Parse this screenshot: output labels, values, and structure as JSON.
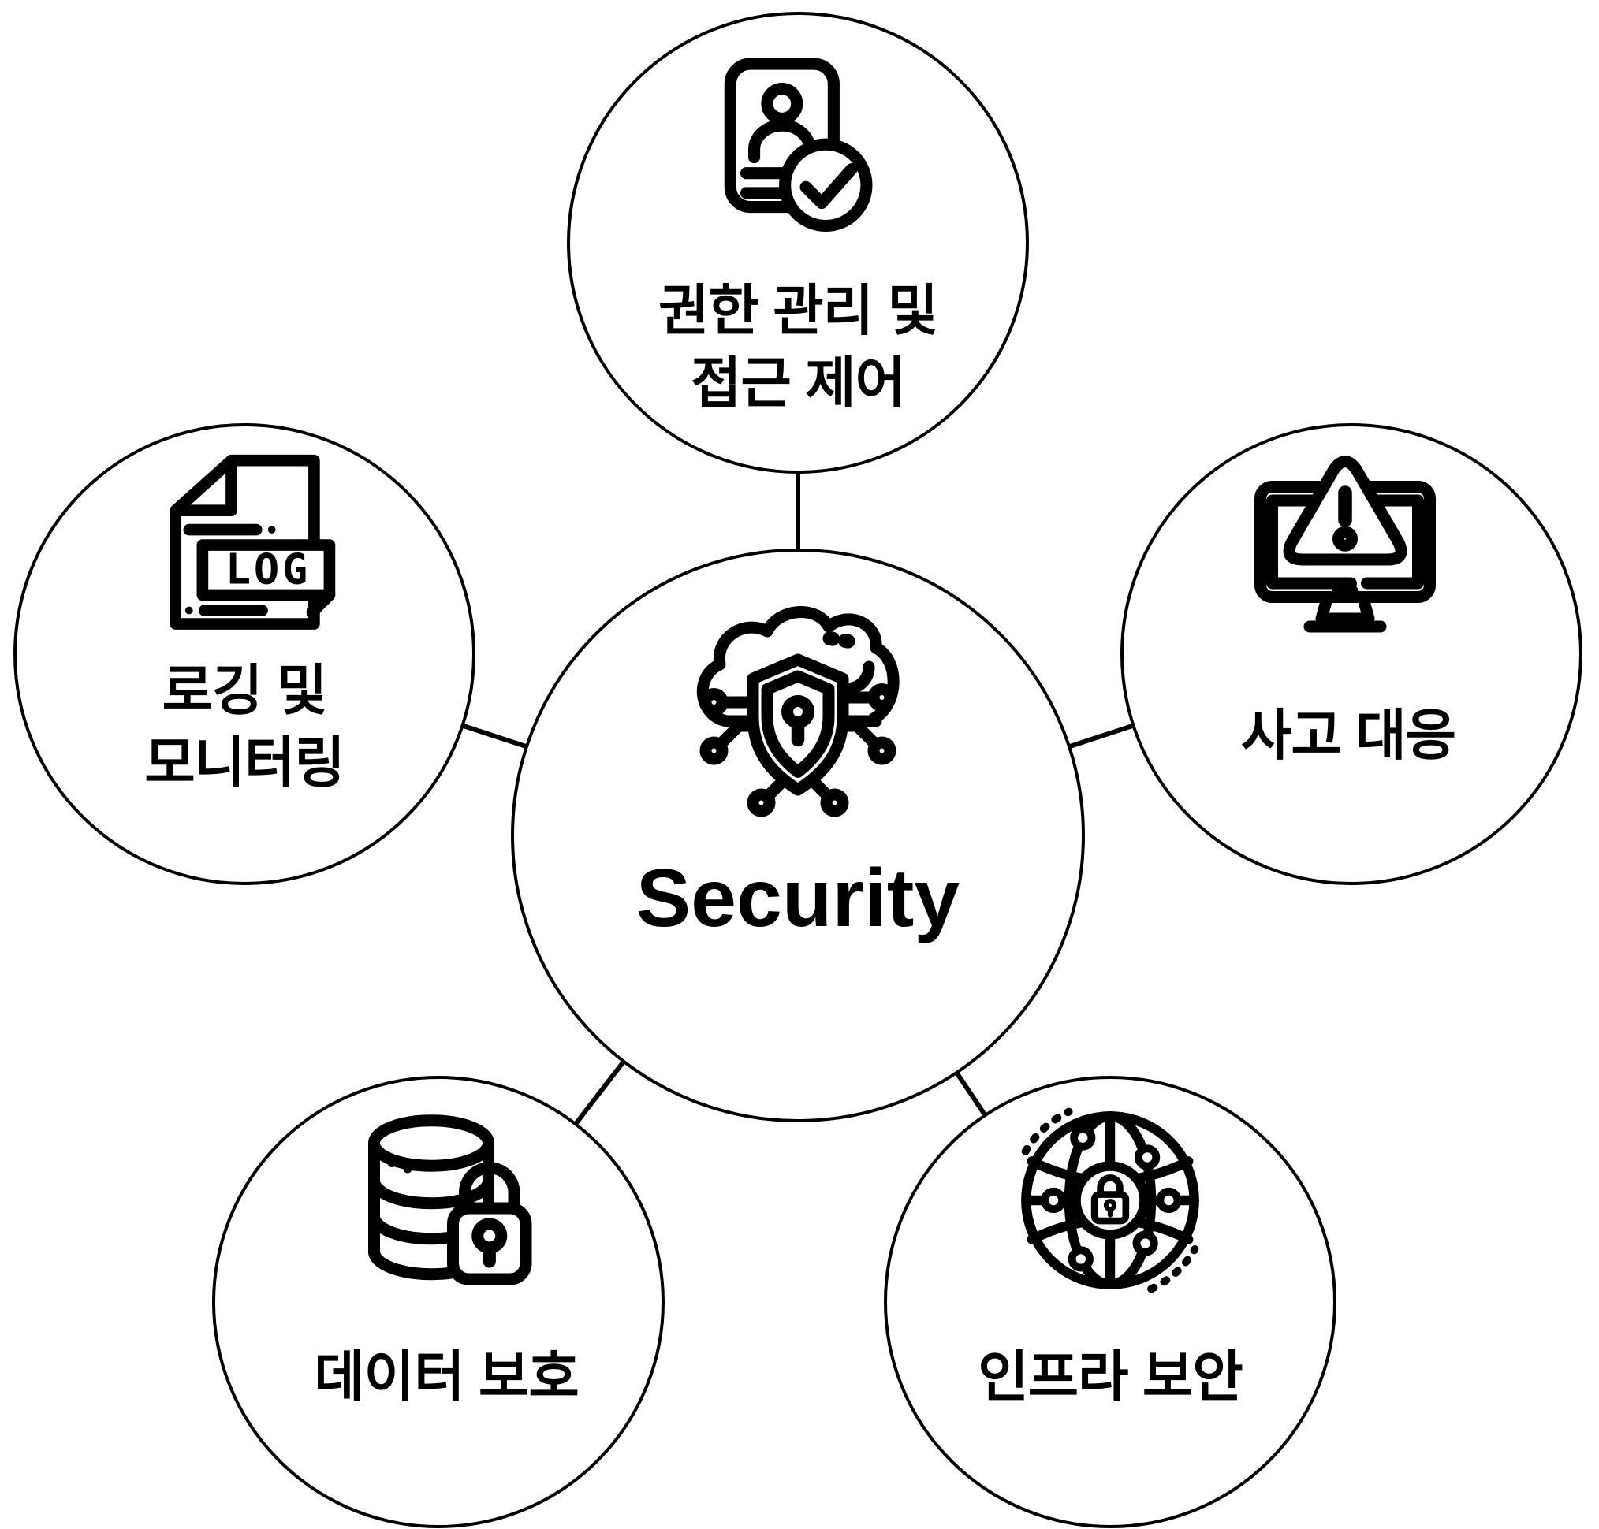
{
  "diagram": {
    "center_label": "Security",
    "log_text": "LOG",
    "nodes": {
      "access": {
        "line1": "권한 관리 및",
        "line2": "접근 제어"
      },
      "incident": {
        "line1": "사고 대응"
      },
      "logging": {
        "line1": "로깅 및",
        "line2": "모니터링"
      },
      "data": {
        "line1": "데이터 보호"
      },
      "infra": {
        "line1": "인프라 보안"
      }
    },
    "colors": {
      "stroke": "#000000",
      "background": "#ffffff"
    }
  }
}
